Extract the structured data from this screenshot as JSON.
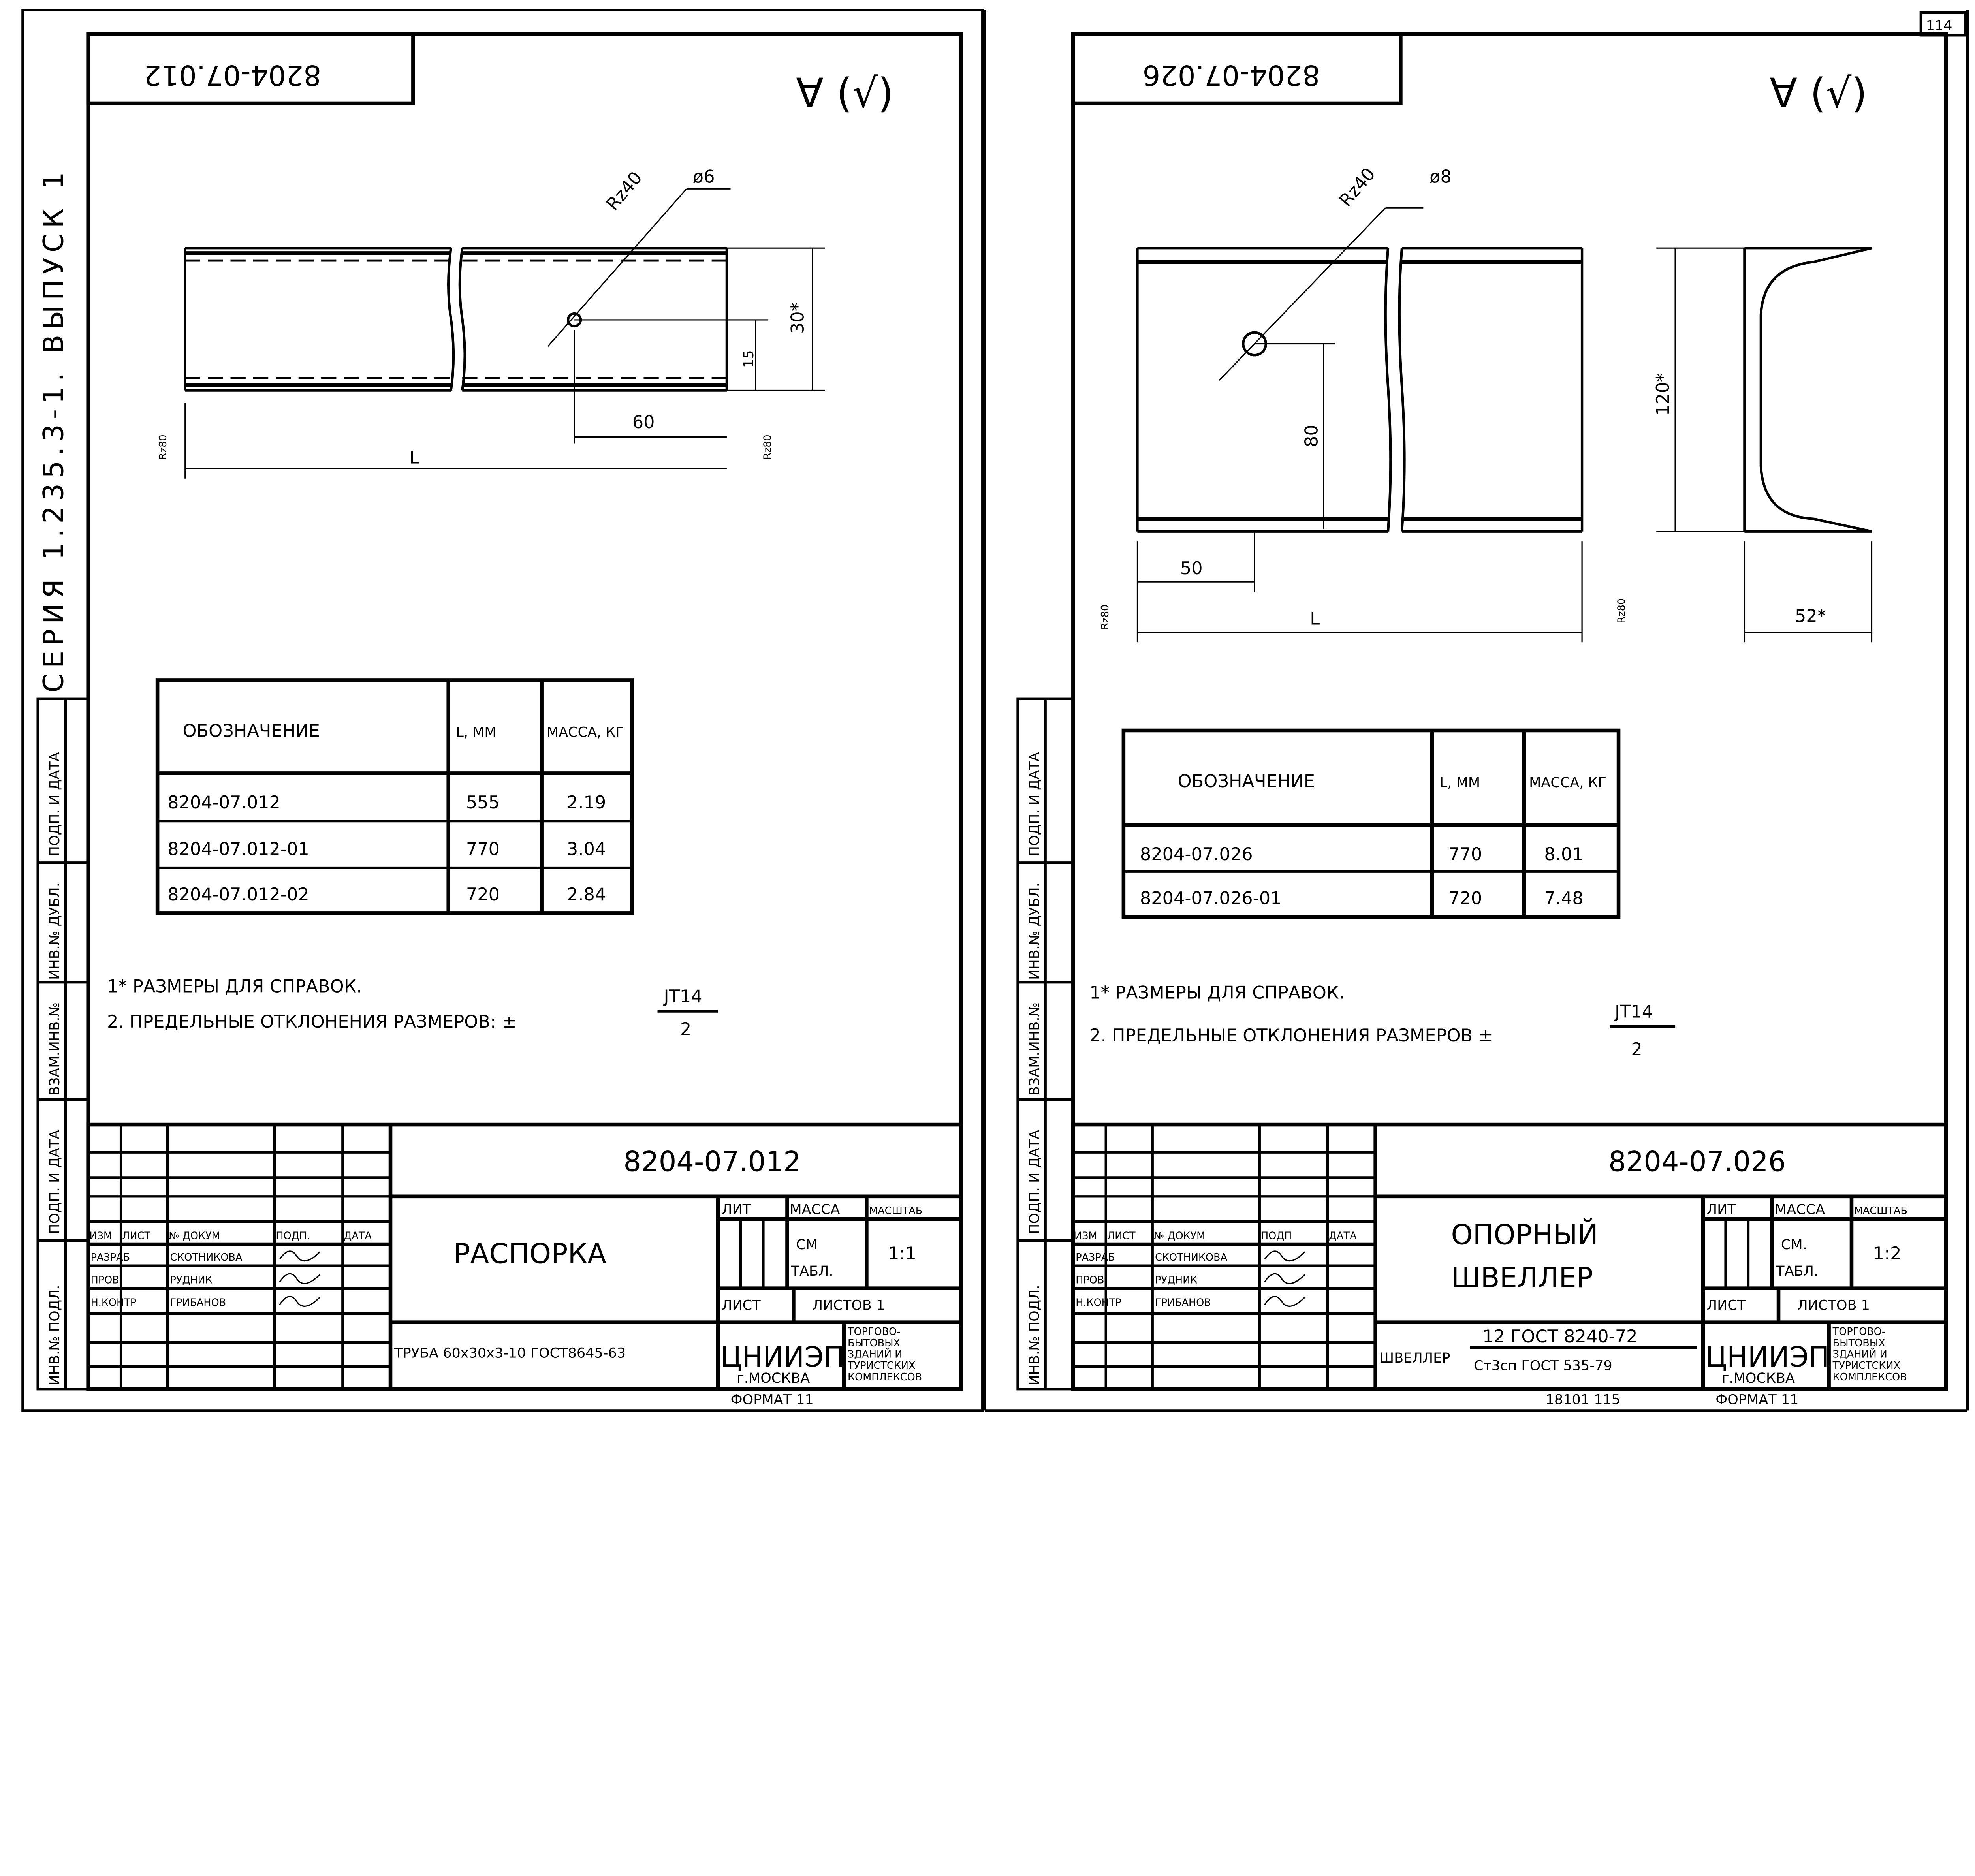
{
  "series_label": "СЕРИЯ 1.235.3-1. ВЫПУСК 1",
  "page_number": "114",
  "strip_labels": [
    "ПОДП. И ДАТА",
    "ИНВ.№ ДУБЛ.",
    "ВЗАМ.ИНВ.№",
    "ПОДП. И ДАТА",
    "ИНВ.№ ПОДЛ."
  ],
  "roughness_mark": "∀ (√)",
  "sheets": [
    {
      "mirrored_code": "8204-07.012",
      "dims": {
        "rough_top": "Rz40",
        "diameter": "ø6",
        "height": "30*",
        "half": "15",
        "offset": "60",
        "length": "L",
        "rough_left": "Rz80",
        "rough_right": "Rz80"
      },
      "table": {
        "headers": [
          "ОБОЗНАЧЕНИЕ",
          "L, ММ",
          "МАССА, КГ"
        ],
        "rows": [
          [
            "8204-07.012",
            "555",
            "2.19"
          ],
          [
            "8204-07.012-01",
            "770",
            "3.04"
          ],
          [
            "8204-07.012-02",
            "720",
            "2.84"
          ]
        ]
      },
      "notes": [
        "1* РАЗМЕРЫ ДЛЯ СПРАВОК.",
        "2. ПРЕДЕЛЬНЫЕ ОТКЛОНЕНИЯ РАЗМЕРОВ: ±",
        "JT14",
        "2"
      ],
      "title_block": {
        "code": "8204-07.012",
        "name": [
          "РАСПОРКА"
        ],
        "col_headers": [
          "ИЗМ",
          "ЛИСТ",
          "№ ДОКУМ",
          "ПОДП.",
          "ДАТА"
        ],
        "roles": [
          [
            "РАЗРАБ",
            "СКОТНИКОВА"
          ],
          [
            "ПРОВ.",
            "РУДНИК"
          ],
          [
            "Н.КОНТР",
            "ГРИБАНОВ"
          ]
        ],
        "lit": "ЛИТ",
        "mass": "МАССА",
        "scale_h": "МАСШТАБ",
        "mass_val": [
          "СМ",
          "ТАБЛ."
        ],
        "scale": "1:1",
        "sheet": "ЛИСТ",
        "sheets": "ЛИСТОВ 1",
        "material": [
          "ТРУБА 60x30x3-10 ГОСТ8645-63"
        ],
        "org": "ЦНИИЭП",
        "city": "г.МОСКВА",
        "org_desc": [
          "ТОРГОВО-",
          "БЫТОВЫХ",
          "ЗДАНИЙ И",
          "ТУРИСТСКИХ",
          "КОМПЛЕКСОВ"
        ],
        "format": "ФОРМАТ 11",
        "footer_num": ""
      }
    },
    {
      "mirrored_code": "8204-07.026",
      "dims": {
        "rough_top": "Rz40",
        "diameter": "ø8",
        "height": "120*",
        "half": "80",
        "offset": "50",
        "length": "L",
        "width": "52*",
        "rough_left": "Rz80",
        "rough_right": "Rz80"
      },
      "table": {
        "headers": [
          "ОБОЗНАЧЕНИЕ",
          "L, ММ",
          "МАССА, КГ"
        ],
        "rows": [
          [
            "8204-07.026",
            "770",
            "8.01"
          ],
          [
            "8204-07.026-01",
            "720",
            "7.48"
          ]
        ]
      },
      "notes": [
        "1* РАЗМЕРЫ ДЛЯ СПРАВОК.",
        "2. ПРЕДЕЛЬНЫЕ ОТКЛОНЕНИЯ РАЗМЕРОВ ±",
        "JT14",
        "2"
      ],
      "title_block": {
        "code": "8204-07.026",
        "name": [
          "ОПОРНЫЙ",
          "ШВЕЛЛЕР"
        ],
        "col_headers": [
          "ИЗМ",
          "ЛИСТ",
          "№ ДОКУМ",
          "ПОДП",
          "ДАТА"
        ],
        "roles": [
          [
            "РАЗРАБ",
            "СКОТНИКОВА"
          ],
          [
            "ПРОВ",
            "РУДНИК"
          ],
          [
            "Н.КОНТР",
            "ГРИБАНОВ"
          ]
        ],
        "lit": "ЛИТ",
        "mass": "МАССА",
        "scale_h": "МАСШТАБ",
        "mass_val": [
          "СМ.",
          "ТАБЛ."
        ],
        "scale": "1:2",
        "sheet": "ЛИСТ",
        "sheets": "ЛИСТОВ 1",
        "material": [
          "ШВЕЛЛЕР",
          "12 ГОСТ 8240-72",
          "Ст3сп ГОСТ 535-79"
        ],
        "org": "ЦНИИЭП",
        "city": "г.МОСКВА",
        "org_desc": [
          "ТОРГОВО-",
          "БЫТОВЫХ",
          "ЗДАНИЙ И",
          "ТУРИСТСКИХ",
          "КОМПЛЕКСОВ"
        ],
        "format": "ФОРМАТ 11",
        "footer_num": "18101  115"
      }
    }
  ]
}
